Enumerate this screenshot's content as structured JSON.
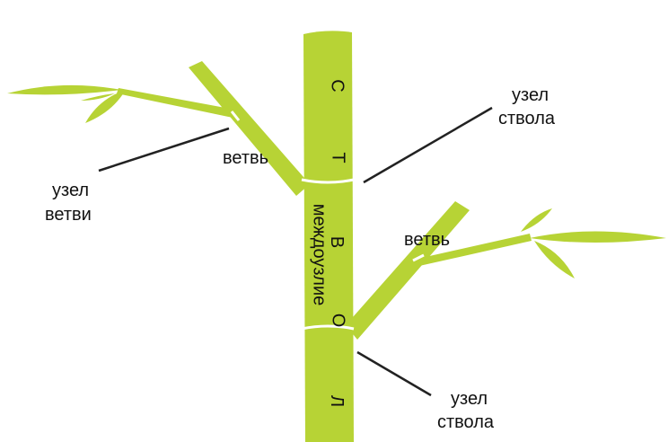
{
  "colors": {
    "stalk": "#b7d335",
    "node": "#ffffff",
    "line": "#222222"
  },
  "stalk_letters": [
    "С",
    "Т",
    "В",
    "О",
    "Л"
  ],
  "internode_label": "междоузлие",
  "labels": {
    "stem_node_top": [
      "узел",
      "ствола"
    ],
    "stem_node_bottom": [
      "узел",
      "ствола"
    ],
    "branch_node": [
      "узел",
      "ветви"
    ],
    "branch_left": "ветвь",
    "branch_right": "ветвь"
  }
}
